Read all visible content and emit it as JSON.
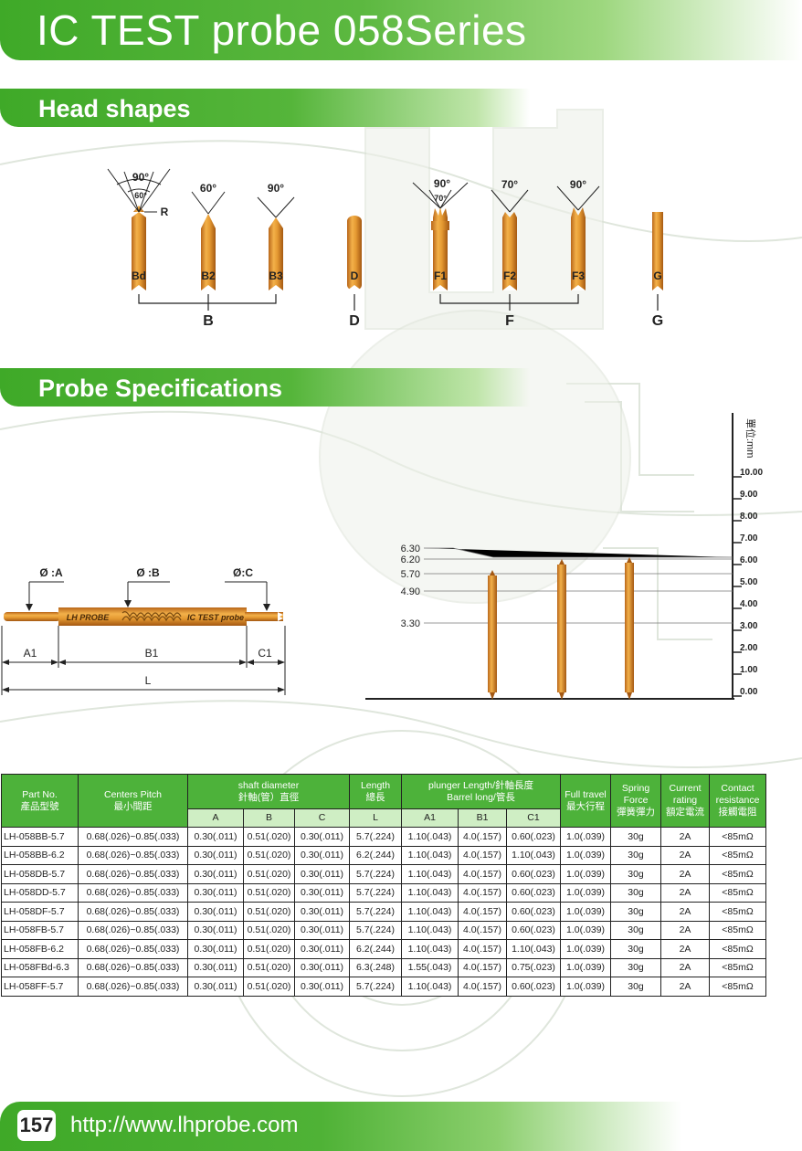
{
  "title": "IC TEST probe 058Series",
  "sections": {
    "head_shapes": "Head shapes",
    "probe_specs": "Probe Specifications"
  },
  "head_shapes": {
    "tips": [
      "Bd",
      "B2",
      "B3",
      "D",
      "F1",
      "F2",
      "F3",
      "G"
    ],
    "groups": [
      "B",
      "D",
      "F",
      "G"
    ],
    "angles": {
      "bd_outer": "90°",
      "bd_inner": "60°",
      "b2": "60°",
      "b3": "90°",
      "f1_outer": "90°",
      "f1_inner": "70°",
      "f2": "70°",
      "f3": "90°"
    },
    "radius_label": "R"
  },
  "probe_drawing": {
    "diameters": [
      "Ø :A",
      "Ø :B",
      "Ø:C"
    ],
    "barrel_text_left": "LH PROBE",
    "barrel_text_right": "IC TEST probe",
    "dims": [
      "A1",
      "B1",
      "C1",
      "L"
    ]
  },
  "scale": {
    "unit": "單位:mm",
    "ticks": [
      "10.00",
      "9.00",
      "8.00",
      "7.00",
      "6.00",
      "5.00",
      "4.00",
      "3.00",
      "2.00",
      "1.00",
      "0.00"
    ],
    "levels": [
      "6.30",
      "6.20",
      "5.70",
      "4.90",
      "3.30"
    ]
  },
  "table": {
    "headers": {
      "part_no": [
        "Part No.",
        "產品型號"
      ],
      "centers_pitch": [
        "Centers Pitch",
        "最小間距"
      ],
      "shaft_diameter": [
        "shaft diameter",
        "針軸(管）直徑"
      ],
      "length": [
        "Length",
        "總長"
      ],
      "plunger_length": [
        "plunger Length/針軸長度",
        "Barrel long/管長"
      ],
      "full_travel": [
        "Full travel",
        "最大行程"
      ],
      "spring_force": [
        "Spring",
        "Force",
        "彈簧彈力"
      ],
      "current_rating": [
        "Current",
        "rating",
        "額定電流"
      ],
      "contact_resistance": [
        "Contact",
        "resistance",
        "接觸電阻"
      ]
    },
    "subheaders": [
      "A",
      "B",
      "C",
      "L",
      "A1",
      "B1",
      "C1"
    ],
    "rows": [
      [
        "LH-058BB-5.7",
        "0.68(.026)~0.85(.033)",
        "0.30(.011)",
        "0.51(.020)",
        "0.30(.011)",
        "5.7(.224)",
        "1.10(.043)",
        "4.0(.157)",
        "0.60(.023)",
        "1.0(.039)",
        "30g",
        "2A",
        "<85mΩ"
      ],
      [
        "LH-058BB-6.2",
        "0.68(.026)~0.85(.033)",
        "0.30(.011)",
        "0.51(.020)",
        "0.30(.011)",
        "6.2(.244)",
        "1.10(.043)",
        "4.0(.157)",
        "1.10(.043)",
        "1.0(.039)",
        "30g",
        "2A",
        "<85mΩ"
      ],
      [
        "LH-058DB-5.7",
        "0.68(.026)~0.85(.033)",
        "0.30(.011)",
        "0.51(.020)",
        "0.30(.011)",
        "5.7(.224)",
        "1.10(.043)",
        "4.0(.157)",
        "0.60(.023)",
        "1.0(.039)",
        "30g",
        "2A",
        "<85mΩ"
      ],
      [
        "LH-058DD-5.7",
        "0.68(.026)~0.85(.033)",
        "0.30(.011)",
        "0.51(.020)",
        "0.30(.011)",
        "5.7(.224)",
        "1.10(.043)",
        "4.0(.157)",
        "0.60(.023)",
        "1.0(.039)",
        "30g",
        "2A",
        "<85mΩ"
      ],
      [
        "LH-058DF-5.7",
        "0.68(.026)~0.85(.033)",
        "0.30(.011)",
        "0.51(.020)",
        "0.30(.011)",
        "5.7(.224)",
        "1.10(.043)",
        "4.0(.157)",
        "0.60(.023)",
        "1.0(.039)",
        "30g",
        "2A",
        "<85mΩ"
      ],
      [
        "LH-058FB-5.7",
        "0.68(.026)~0.85(.033)",
        "0.30(.011)",
        "0.51(.020)",
        "0.30(.011)",
        "5.7(.224)",
        "1.10(.043)",
        "4.0(.157)",
        "0.60(.023)",
        "1.0(.039)",
        "30g",
        "2A",
        "<85mΩ"
      ],
      [
        "LH-058FB-6.2",
        "0.68(.026)~0.85(.033)",
        "0.30(.011)",
        "0.51(.020)",
        "0.30(.011)",
        "6.2(.244)",
        "1.10(.043)",
        "4.0(.157)",
        "1.10(.043)",
        "1.0(.039)",
        "30g",
        "2A",
        "<85mΩ"
      ],
      [
        "LH-058FBd-6.3",
        "0.68(.026)~0.85(.033)",
        "0.30(.011)",
        "0.51(.020)",
        "0.30(.011)",
        "6.3(.248)",
        "1.55(.043)",
        "4.0(.157)",
        "0.75(.023)",
        "1.0(.039)",
        "30g",
        "2A",
        "<85mΩ"
      ],
      [
        "LH-058FF-5.7",
        "0.68(.026)~0.85(.033)",
        "0.30(.011)",
        "0.51(.020)",
        "0.30(.011)",
        "5.7(.224)",
        "1.10(.043)",
        "4.0(.157)",
        "0.60(.023)",
        "1.0(.039)",
        "30g",
        "2A",
        "<85mΩ"
      ]
    ]
  },
  "footer": {
    "page_number": "157",
    "url": "http://www.lhprobe.com"
  },
  "colors": {
    "brand_green": "#3fa928",
    "probe_gold": "#e0902a",
    "header_green": "#4db23a"
  }
}
